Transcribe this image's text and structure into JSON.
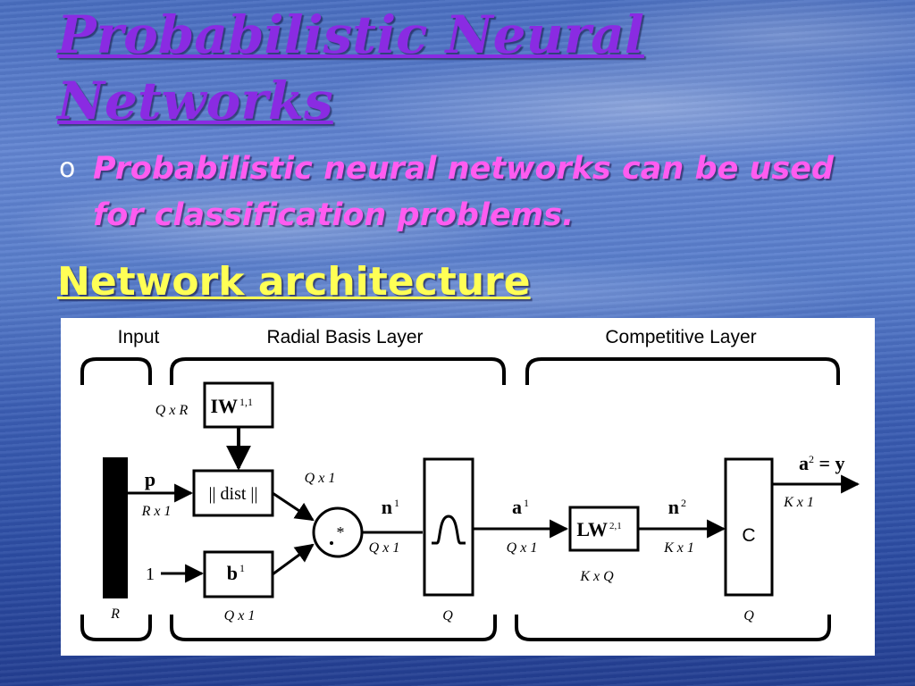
{
  "slide": {
    "title": "Probabilistic Neural Networks",
    "bullet_marker": "o",
    "bullet": "Probabilistic neural networks can be used for classification problems.",
    "subheading": "Network architecture"
  },
  "diagram": {
    "section_labels": {
      "input": "Input",
      "radial_basis_layer": "Radial Basis Layer",
      "competitive_layer": "Competitive Layer"
    },
    "blocks": {
      "iw": "IW",
      "iw_sup": "1,1",
      "dist": "|| dist ||",
      "b": "b",
      "b_sup": "1",
      "lw": "LW",
      "lw_sup": "2,1",
      "c": "C"
    },
    "signals": {
      "p": "p",
      "one": "1",
      "n1": "n",
      "n1_sup": "1",
      "a1": "a",
      "a1_sup": "1",
      "n2": "n",
      "n2_sup": "2",
      "a2y": "a",
      "a2y_sup": "2",
      "a2y_suffix": " = y",
      "star": "*"
    },
    "dimensions": {
      "iw": "Q x R",
      "p": "R x 1",
      "dist_out": "Q x 1",
      "n1": "Q x 1",
      "b1": "Q x 1",
      "a1": "Q x 1",
      "lw": "K x Q",
      "n2": "K x 1",
      "a2": "K x 1",
      "input_size": "R",
      "rb_size": "Q",
      "comp_size": "Q"
    },
    "colors": {
      "background": "#ffffff",
      "ink": "#000000"
    }
  }
}
